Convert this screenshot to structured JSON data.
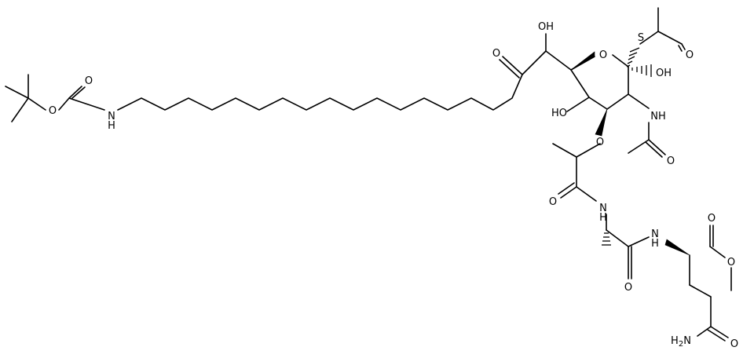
{
  "structure": {
    "atom_labels": {
      "tbu_o": "O",
      "carbamate_carbonyl_o": "O",
      "carbamate_nh": "N\nH",
      "ketone_o": "O",
      "ketone_alpha_oh": "OH",
      "ring_o": "O",
      "thio_s": "S",
      "thioacetyl_o": "O",
      "anomeric_oh": "OH",
      "ring_oh": "HO",
      "ether_o": "O",
      "acetamido_nh": "NH",
      "acetamido_o": "O",
      "lactyl_amide_o": "O",
      "lactyl_amide_nh": "N\nH",
      "ala_amide_o": "O",
      "ala_amide_nh": "N\nH",
      "ester_carbonyl_o": "O",
      "ester_o": "O",
      "gln_amide_nh2": "H2N",
      "gln_amide_o": "O"
    }
  }
}
